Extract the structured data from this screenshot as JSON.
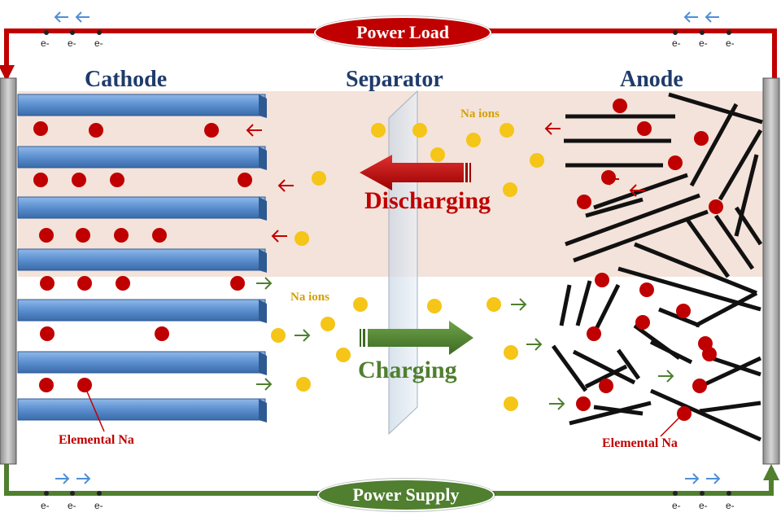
{
  "labels": {
    "cathode": "Cathode",
    "separator": "Separator",
    "anode": "Anode",
    "power_load": "Power Load",
    "power_supply": "Power Supply",
    "discharging": "Discharging",
    "charging": "Charging",
    "na_ions_top": "Na ions",
    "na_ions_bottom": "Na ions",
    "elemental_na_left": "Elemental Na",
    "elemental_na_right": "Elemental Na",
    "electron": "e-"
  },
  "colors": {
    "discharge": "#c00000",
    "charge": "#4f7f2f",
    "cathode_plate": "#5b8fd0",
    "na_atom": "#c00000",
    "na_ion": "#f5c518",
    "electrode": "#a8a8a8",
    "anode_stick": "#111111",
    "electron_arrow": "#4f8fd6"
  },
  "icons": {
    "electron_arrow": "arrow-icon",
    "ion_arrow": "arrow-icon",
    "flow_arrow": "big-arrow-icon"
  }
}
